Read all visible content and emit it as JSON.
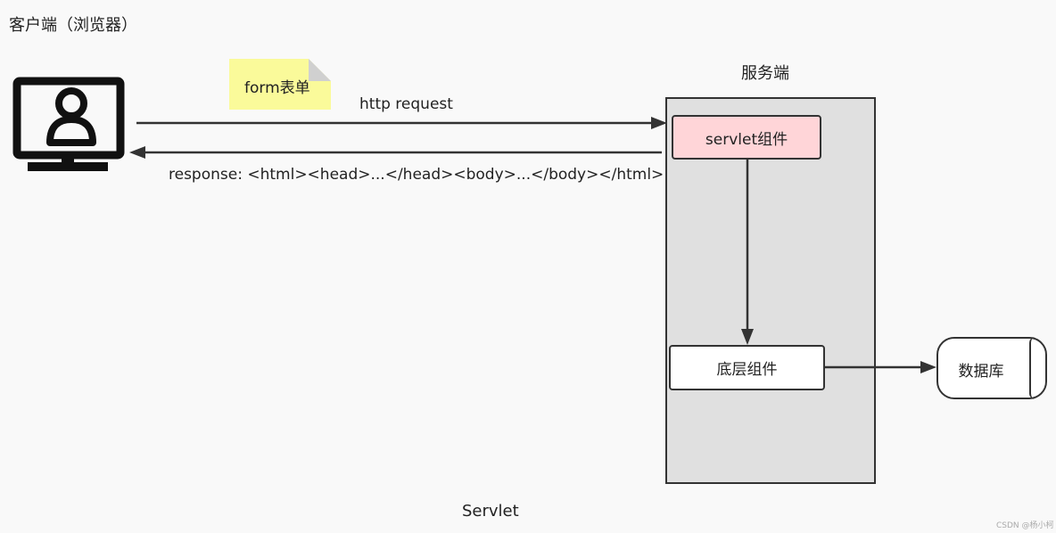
{
  "client": {
    "title": "客户端（浏览器）"
  },
  "server": {
    "title": "服务端"
  },
  "note": {
    "label": "form表单"
  },
  "arrows": {
    "request_label": "http request",
    "response_label": "response: <html><head>...</head><body>...</body></html>"
  },
  "components": {
    "servlet": "servlet组件",
    "lower": "底层组件",
    "database": "数据库"
  },
  "caption": "Servlet",
  "watermark": "CSDN @杨小柯",
  "icons": {
    "client": "user-monitor-icon"
  },
  "colors": {
    "servlet_fill": "#ffd5d8",
    "note_fill": "#fafa9a",
    "server_fill": "#e0e0e0"
  }
}
